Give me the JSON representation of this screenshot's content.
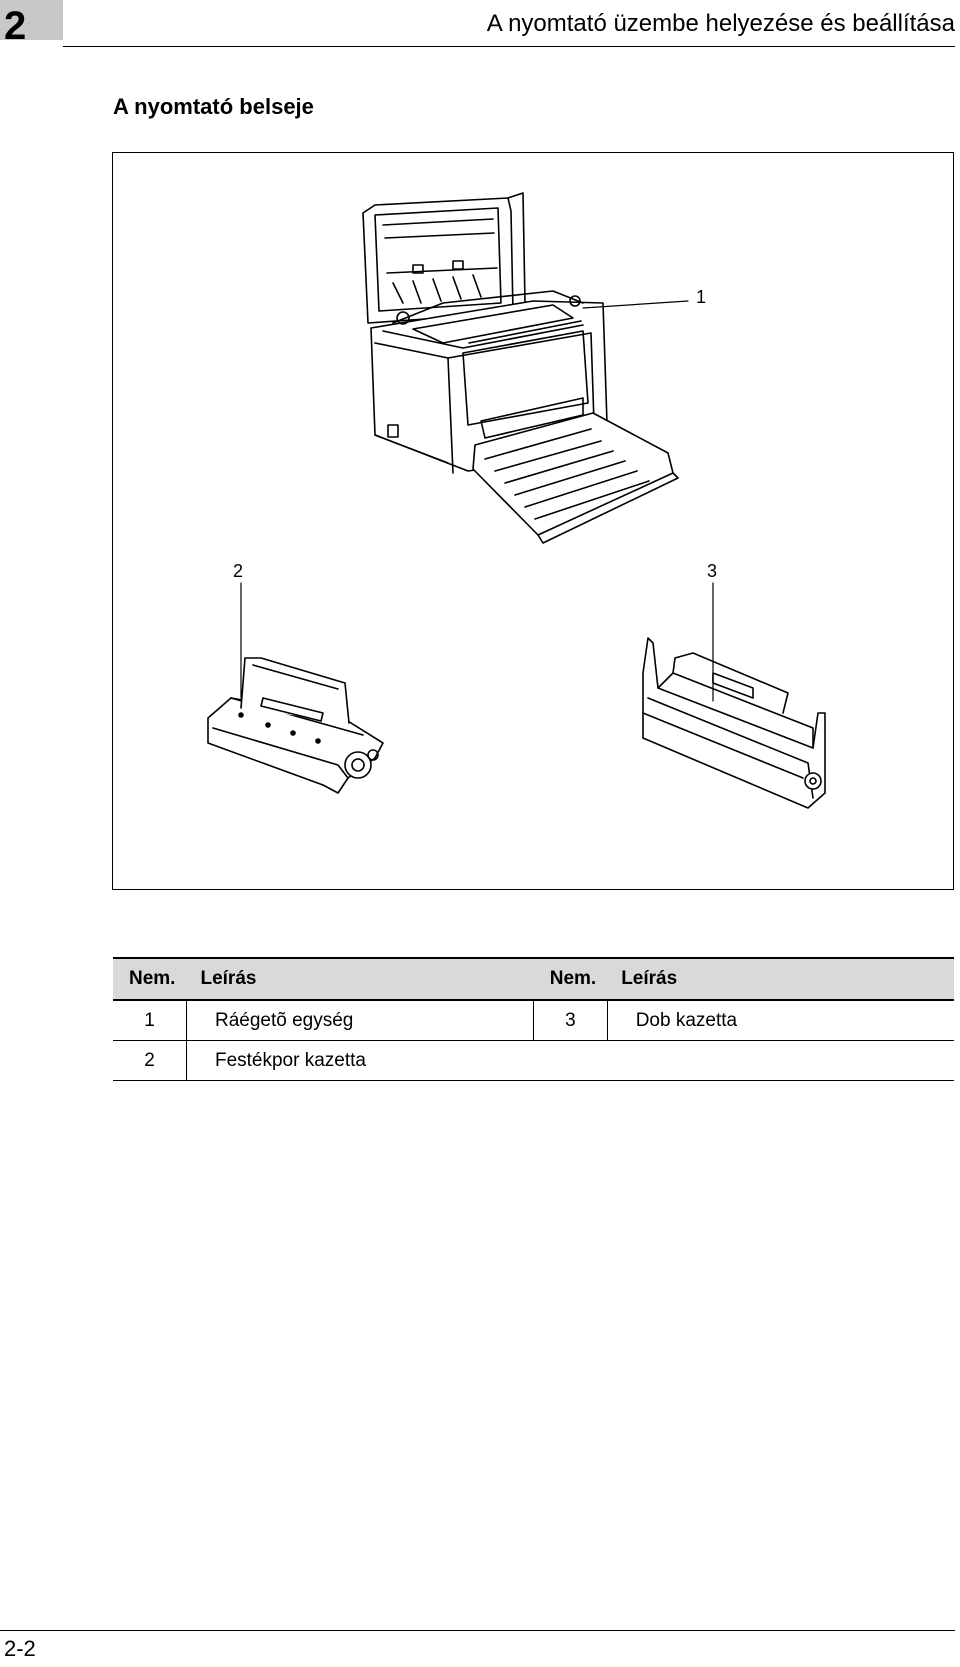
{
  "header": {
    "chapter_number": "2",
    "title": "A nyomtató üzembe helyezése és beállítása"
  },
  "section_title": "A nyomtató belseje",
  "figure": {
    "callouts": [
      "1",
      "2",
      "3"
    ]
  },
  "parts_table": {
    "headers": [
      "Nem.",
      "Leírás",
      "Nem.",
      "Leírás"
    ],
    "rows": [
      {
        "num1": "1",
        "desc1": "Ráégetõ egység",
        "num2": "3",
        "desc2": "Dob kazetta"
      },
      {
        "num1": "2",
        "desc1": "Festékpor kazetta",
        "num2": "",
        "desc2": ""
      }
    ]
  },
  "footer": {
    "page_number": "2-2"
  }
}
